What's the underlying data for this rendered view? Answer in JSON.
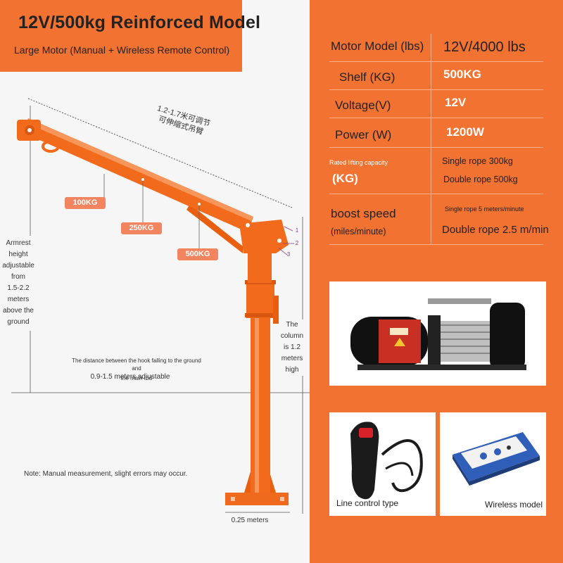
{
  "header": {
    "title": "12V/500kg Reinforced Model",
    "subtitle": "Large Motor (Manual + Wireless Remote Control)"
  },
  "diagram": {
    "arm_range_line1": "1.2-1.7米可调节",
    "arm_range_line2": "可伸缩式吊臂",
    "badges": [
      "100KG",
      "250KG",
      "500KG"
    ],
    "points": [
      "1",
      "2",
      "3"
    ],
    "armrest_note": [
      "Armrest",
      "height",
      "adjustable",
      "from",
      "1.5-2.2",
      "meters",
      "above the",
      "ground"
    ],
    "column_note": [
      "The",
      "column",
      "is 1.2",
      "meters",
      "high"
    ],
    "hook_note_line1": "The distance between the hook falling to the ground and",
    "hook_note_line2": "the main rod",
    "hook_range": "0.9-1.5 meters adjustable",
    "note": "Note: Manual measurement, slight errors may occur.",
    "base_width": "0.25 meters"
  },
  "specs": {
    "motor_model_label": "Motor Model (lbs)",
    "motor_model_value": "12V/4000 lbs",
    "shelf_label": "Shelf (KG)",
    "shelf_value": "500KG",
    "voltage_label": "Voltage(V)",
    "voltage_value": "12V",
    "power_label": "Power (W)",
    "power_value": "1200W",
    "capacity_label": "Rated lifting capacity",
    "capacity_unit": "(KG)",
    "capacity_single": "Single rope 300kg",
    "capacity_double": "Double rope 500kg",
    "speed_label": "boost speed",
    "speed_unit": "(miles/minute)",
    "speed_single": "Single rope 5 meters/minute",
    "speed_double": "Double rope 2.5 m/min"
  },
  "products": {
    "line_control_caption": "Line control type",
    "wireless_caption": "Wireless model"
  },
  "colors": {
    "accent": "#f27231",
    "crane": "#f26a1b",
    "badge": "#f2845f",
    "table_line": "#f8b08b"
  }
}
